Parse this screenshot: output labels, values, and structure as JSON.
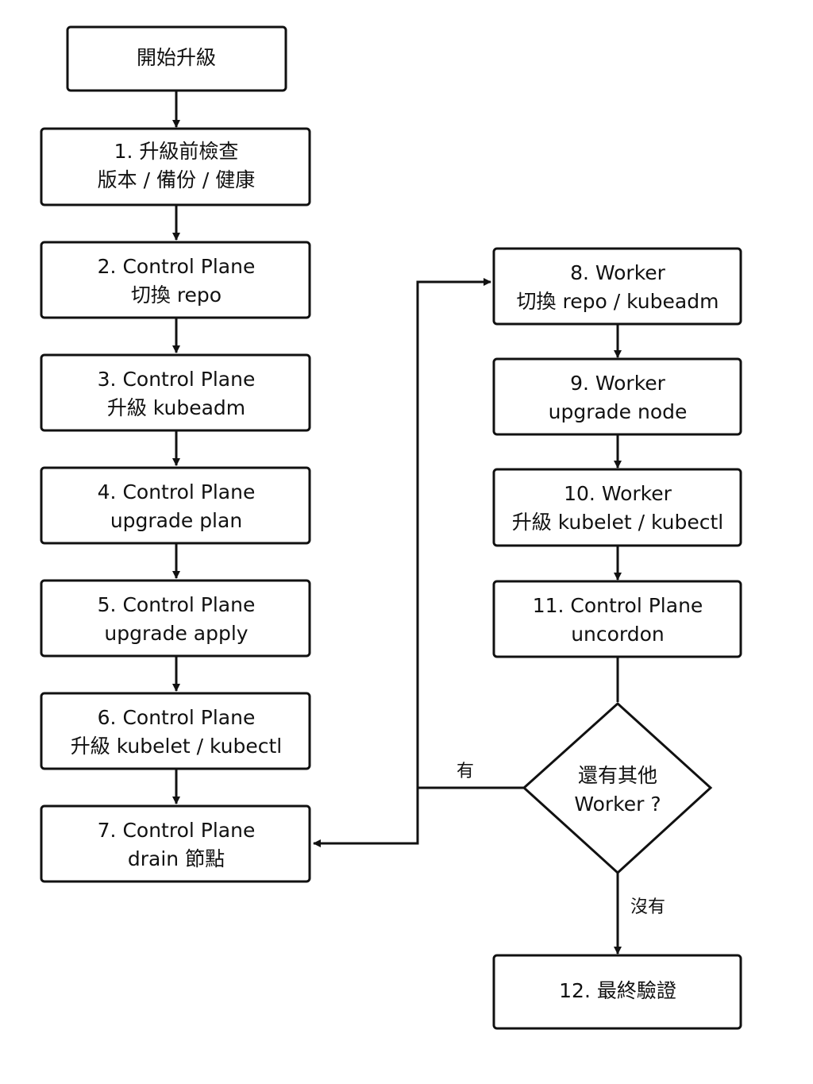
{
  "nodes": {
    "start": {
      "lines": [
        "開始升級"
      ]
    },
    "step1": {
      "lines": [
        "1.  升級前檢查",
        "版本 / 備份 / 健康"
      ]
    },
    "step2": {
      "lines": [
        "2. Control Plane",
        "切換 repo"
      ]
    },
    "step3": {
      "lines": [
        "3. Control Plane",
        "升級 kubeadm"
      ]
    },
    "step4": {
      "lines": [
        "4. Control Plane",
        "upgrade plan"
      ]
    },
    "step5": {
      "lines": [
        "5. Control Plane",
        "upgrade apply"
      ]
    },
    "step6": {
      "lines": [
        "6. Control Plane",
        "升級 kubelet / kubectl"
      ]
    },
    "step7": {
      "lines": [
        "7. Control Plane",
        "drain 節點"
      ]
    },
    "step8": {
      "lines": [
        "8. Worker",
        "切換 repo / kubeadm"
      ]
    },
    "step9": {
      "lines": [
        "9. Worker",
        "upgrade node"
      ]
    },
    "step10": {
      "lines": [
        "10. Worker",
        "升級 kubelet / kubectl"
      ]
    },
    "step11": {
      "lines": [
        "11. Control Plane",
        "uncordon"
      ]
    },
    "decision": {
      "lines": [
        "還有其他",
        "Worker ?"
      ]
    },
    "step12": {
      "lines": [
        "12. 最終驗證"
      ]
    }
  },
  "edges": {
    "yes_label": "有",
    "no_label": "沒有"
  }
}
